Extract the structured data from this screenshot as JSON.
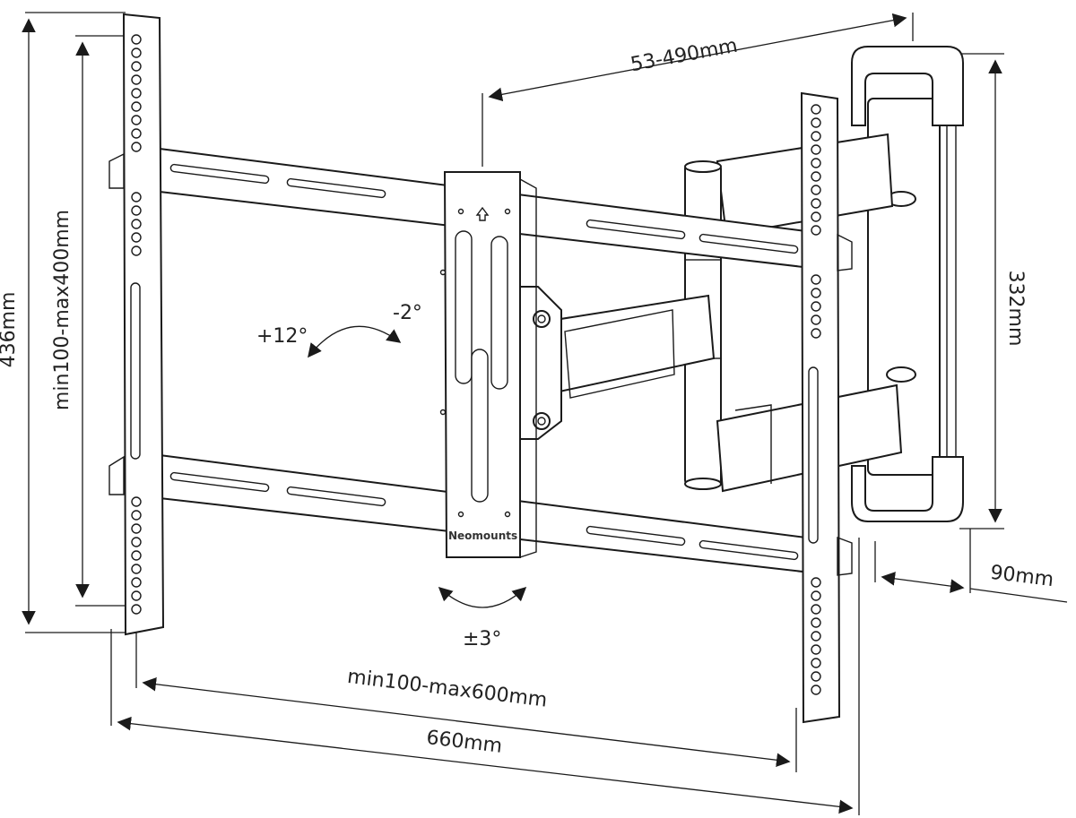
{
  "colors": {
    "line": "#1a1a1a",
    "text": "#222222",
    "background": "#ffffff",
    "fill_light": "#f4f4f4"
  },
  "dimensions": {
    "arm_extension": "53-490mm",
    "total_height": "436mm",
    "vesa_vertical": "min100-max400mm",
    "wall_plate_height": "332mm",
    "depth": "90mm",
    "vesa_horizontal": "min100-max600mm",
    "total_width": "660mm"
  },
  "angles": {
    "tilt_up": "+12°",
    "tilt_down": "-2°",
    "rotation": "±3°"
  },
  "brand": "Neomounts",
  "icons": {
    "up_arrow": "up-arrow-icon",
    "tilt_arrow": "curved-arrow-icon",
    "rotation_arrow": "curved-arrow-icon"
  }
}
